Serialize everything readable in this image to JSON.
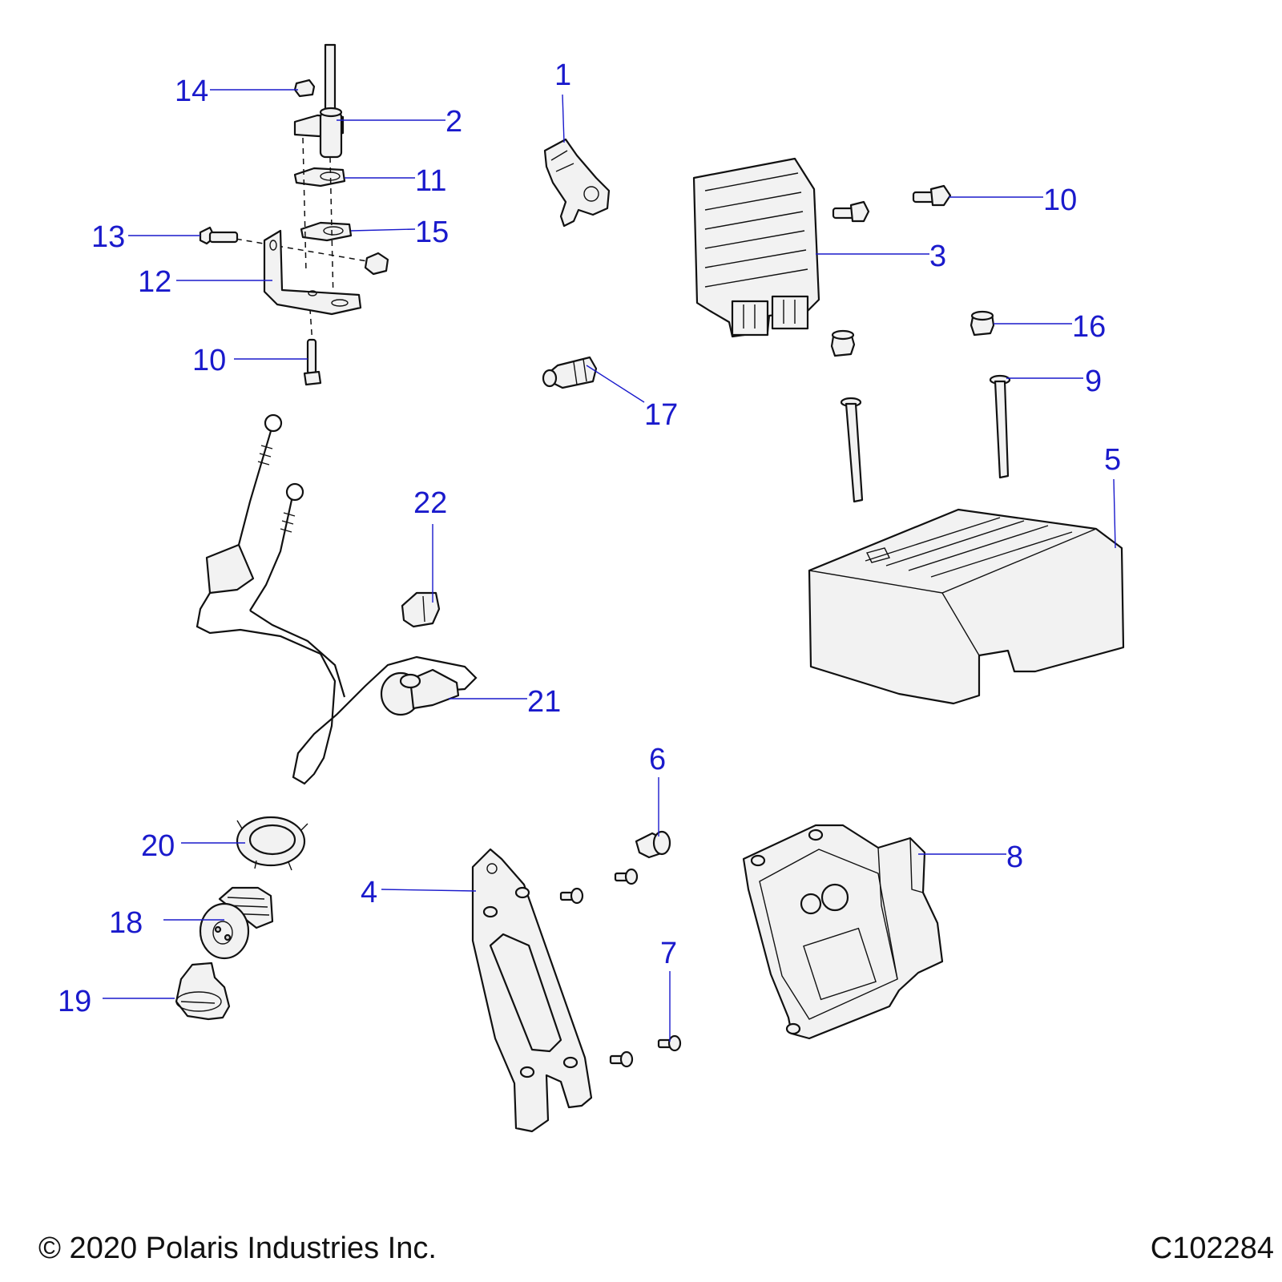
{
  "callouts": {
    "c1": "1",
    "c2": "2",
    "c3": "3",
    "c4": "4",
    "c5": "5",
    "c6": "6",
    "c7": "7",
    "c8": "8",
    "c9": "9",
    "c10a": "10",
    "c10b": "10",
    "c11": "11",
    "c12": "12",
    "c13": "13",
    "c14": "14",
    "c15": "15",
    "c16": "16",
    "c17": "17",
    "c18": "18",
    "c19": "19",
    "c20": "20",
    "c21": "21",
    "c22": "22"
  },
  "footer": {
    "copyright": "© 2020 Polaris Industries Inc.",
    "diagram_id": "C102284"
  },
  "colors": {
    "callout": "#1a1acc",
    "outline": "#111111",
    "fill": "#f2f2f2"
  }
}
